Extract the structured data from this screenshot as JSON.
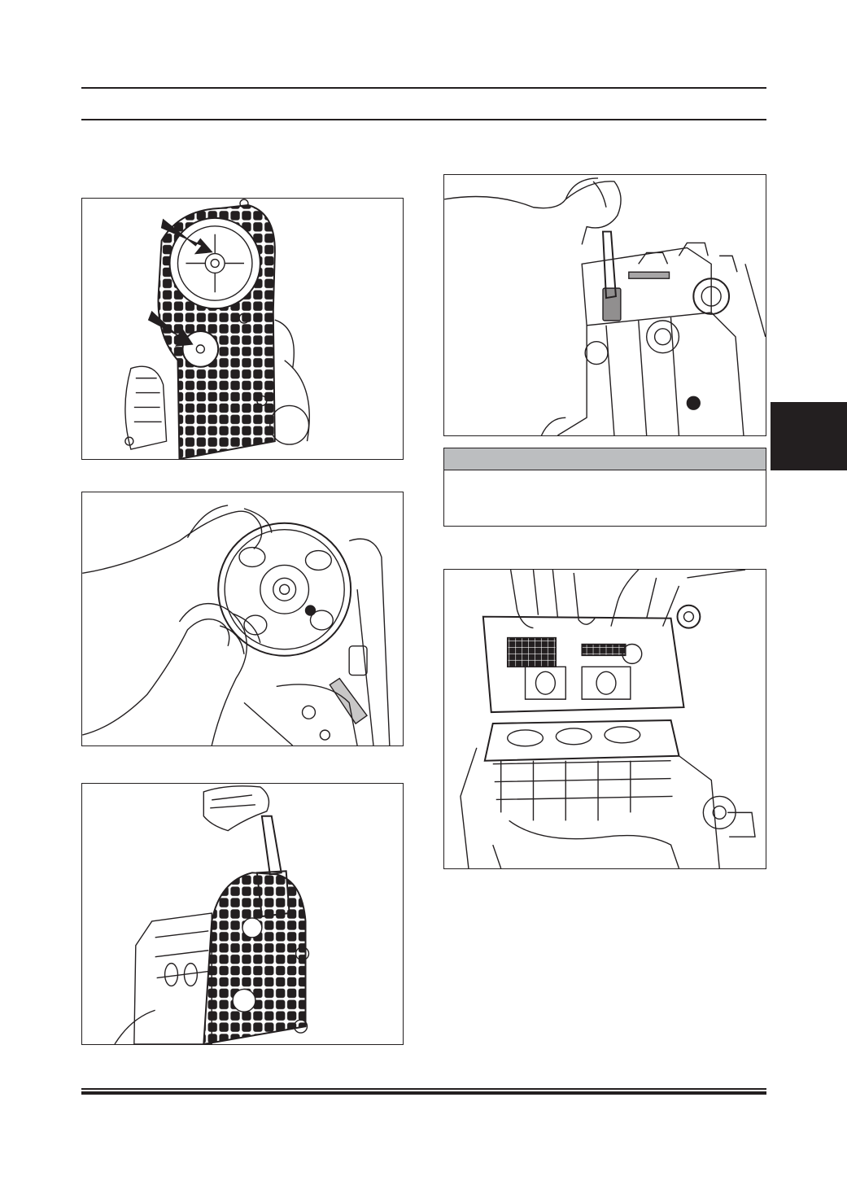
{
  "page": {
    "background": "#ffffff",
    "ink": "#231f20"
  },
  "note": {
    "header_fill": "#bcbec0"
  },
  "side_tab": {
    "fill": "#231f20"
  },
  "figures": [
    {
      "id": "fig-timing-cover-arrows",
      "content": "timing-cover-with-two-arrows-icon"
    },
    {
      "id": "fig-hands-holding-sprocket",
      "content": "hands-holding-camshaft-sprocket-icon"
    },
    {
      "id": "fig-tool-on-timing-cover",
      "content": "hand-with-tool-on-timing-cover-icon"
    },
    {
      "id": "fig-tool-on-cylinder-head",
      "content": "hand-with-tool-on-cylinder-head-icon"
    },
    {
      "id": "fig-lifting-cylinder-head",
      "content": "hands-lifting-cylinder-head-icon"
    }
  ]
}
